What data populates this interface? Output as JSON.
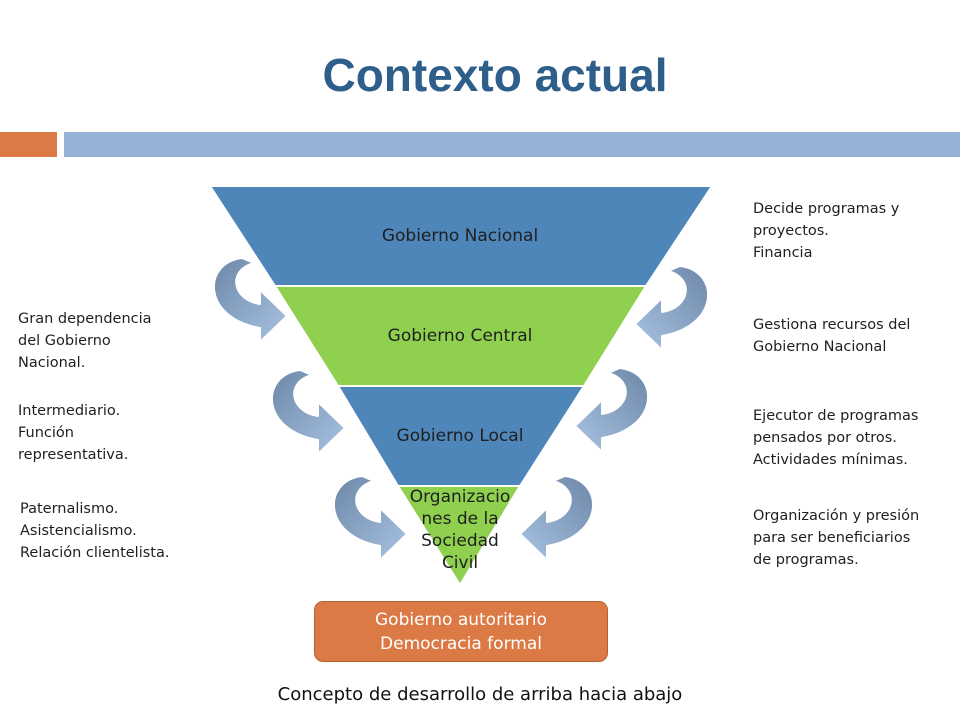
{
  "title": "Contexto actual",
  "colors": {
    "title": "#2e5f8a",
    "blue_layer": "#4f86ba",
    "green_layer": "#8fd04f",
    "arrow": "#7f9cc0",
    "accent_orange": "#dc7a45"
  },
  "layers": [
    {
      "label": "Gobierno Nacional"
    },
    {
      "label": "Gobierno Central"
    },
    {
      "label": "Gobierno Local"
    },
    {
      "label": "Organizacio\nnes de la\nSociedad\nCivil"
    }
  ],
  "left_notes": [
    "Gran dependencia\ndel Gobierno\nNacional.",
    "Intermediario.\nFunción\nrepresentativa.",
    "Paternalismo.\nAsistencialismo.\nRelación clientelista."
  ],
  "right_notes": [
    "Decide programas y\nproyectos.\nFinancia",
    "Gestiona recursos del\nGobierno Nacional",
    "Ejecutor de programas\npensados por otros.\nActividades mínimas.",
    "Organización y presión\npara ser beneficiarios\nde programas."
  ],
  "box": {
    "line1": "Gobierno autoritario",
    "line2": "Democracia formal"
  },
  "caption": "Concepto de desarrollo de arriba hacia abajo"
}
